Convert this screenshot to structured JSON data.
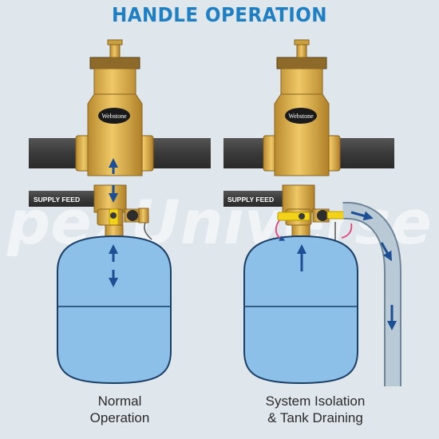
{
  "title": "HANDLE OPERATION",
  "watermark": "pexUniverse",
  "panels": [
    {
      "brand": "Webstone",
      "feed_label": "SUPPLY FEED",
      "caption_lines": [
        "Normal",
        "Operation"
      ]
    },
    {
      "brand": "Webstone",
      "feed_label": "SUPPLY FEED",
      "caption_lines": [
        "System Isolation",
        "& Tank Draining"
      ]
    }
  ],
  "colors": {
    "title": "#1f7fc4",
    "background": "#dfe6ec",
    "brass": "#d9ae4a",
    "pipe": "#3a3a3a",
    "tank": "#8cc0e8",
    "arrow": "#1c4f94",
    "handle": "#f2d21a",
    "hose": "#a8bccb",
    "rotate_arrow": "#e0447a"
  }
}
